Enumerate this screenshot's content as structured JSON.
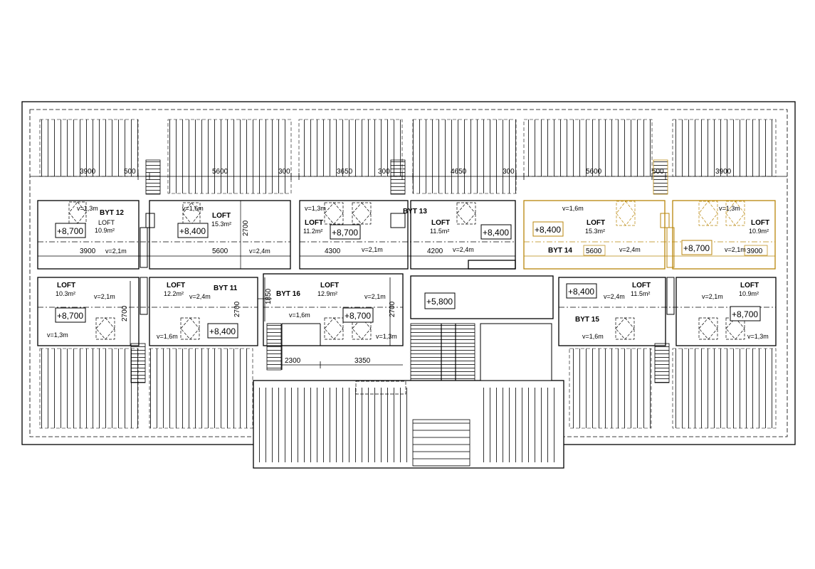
{
  "plan": {
    "top_dims": [
      "3900",
      "500",
      "5600",
      "300",
      "3650",
      "300",
      "4650",
      "300",
      "5600",
      "500",
      "3900"
    ],
    "apartments": [
      {
        "name": "BYT 12",
        "area_value": "10.9m²",
        "room": "LOFT",
        "level": "+8,700",
        "height_a": "v=1,3m",
        "dim": "3900",
        "height_b": "v=2,1m"
      },
      {
        "name": "",
        "area_value": "15.3m²",
        "room": "LOFT",
        "level": "+8,400",
        "height_a": "v=1,6m",
        "dim": "5600",
        "height_b": "v=2,4m"
      },
      {
        "name": "",
        "area_value": "11.2m²",
        "room": "LOFT",
        "level": "+8,700",
        "height_a": "v=1,3m",
        "dim": "4300",
        "height_b": "v=2,1m"
      },
      {
        "name": "BYT 13",
        "area_value": "11.5m²",
        "room": "LOFT",
        "level": "+8,400",
        "height_a": "",
        "dim": "4200",
        "height_b": "v=2,4m"
      },
      {
        "name": "BYT 14",
        "area_value": "15.3m²",
        "room": "LOFT",
        "level": "+8,400",
        "height_a": "v=1,6m",
        "dim": "5600",
        "height_b": "v=2,4m"
      },
      {
        "name": "",
        "area_value": "10.9m²",
        "room": "LOFT",
        "level": "+8,700",
        "height_a": "v=1,3m",
        "dim": "3900",
        "height_b": "v=2,1m"
      }
    ],
    "vertical_dim": "2700",
    "lower": {
      "left_a": {
        "room": "LOFT",
        "area": "10.3m²",
        "level": "+8,700",
        "height_a": "v=2,1m",
        "height_b": "v=1,3m"
      },
      "left_b": {
        "room": "LOFT",
        "area": "12.2m²",
        "name": "BYT 11",
        "level": "+8,400",
        "height_a": "v=2,4m",
        "height_b": "v=1,6m"
      },
      "mid": {
        "room": "LOFT",
        "area": "12.9m²",
        "name": "BYT 16",
        "level": "+8,700",
        "height_a": "v=2,1m",
        "height_b": "v=1,6m",
        "height_c": "v=1,3m",
        "dim_v": "1850",
        "dim_a": "2300",
        "dim_b": "3350"
      },
      "stair": {
        "level": "+5,800"
      },
      "right_a": {
        "room": "LOFT",
        "area": "11.5m²",
        "name": "BYT 15",
        "level": "+8,400",
        "height_a": "v=2,4m",
        "height_b": "v=1,6m"
      },
      "right_b": {
        "room": "LOFT",
        "area": "10.9m²",
        "level": "+8,700",
        "height_a": "v=2,1m",
        "height_b": "v=1,3m"
      }
    },
    "colors": {
      "ink": "#000000",
      "highlight": "#b8860b",
      "background": "#ffffff"
    }
  }
}
